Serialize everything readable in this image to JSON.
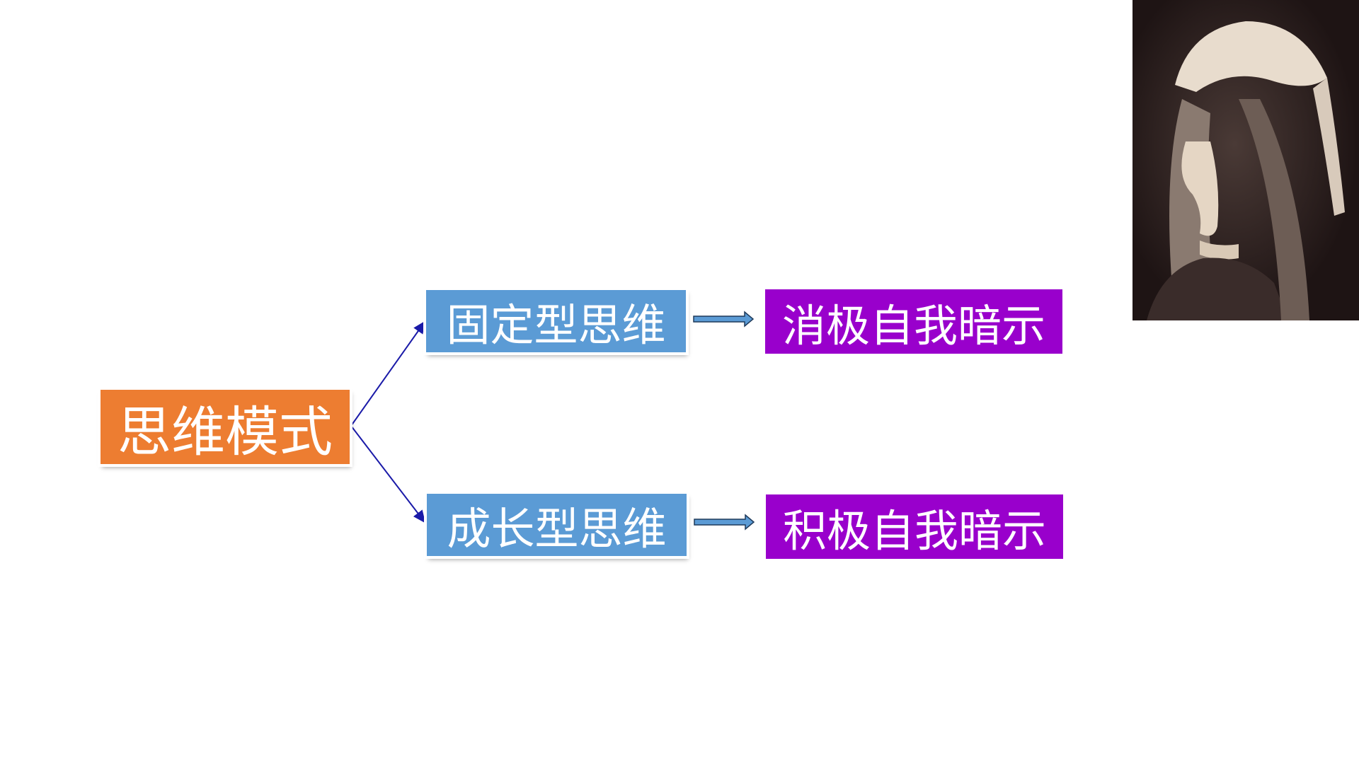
{
  "root": {
    "label": "思维模式",
    "color": "#ed7d31"
  },
  "branches": [
    {
      "label": "固定型思维",
      "color": "#5b9bd5",
      "result": "消极自我暗示",
      "result_color": "#9900cc"
    },
    {
      "label": "成长型思维",
      "color": "#5b9bd5",
      "result": "积极自我暗示",
      "result_color": "#9900cc"
    }
  ]
}
